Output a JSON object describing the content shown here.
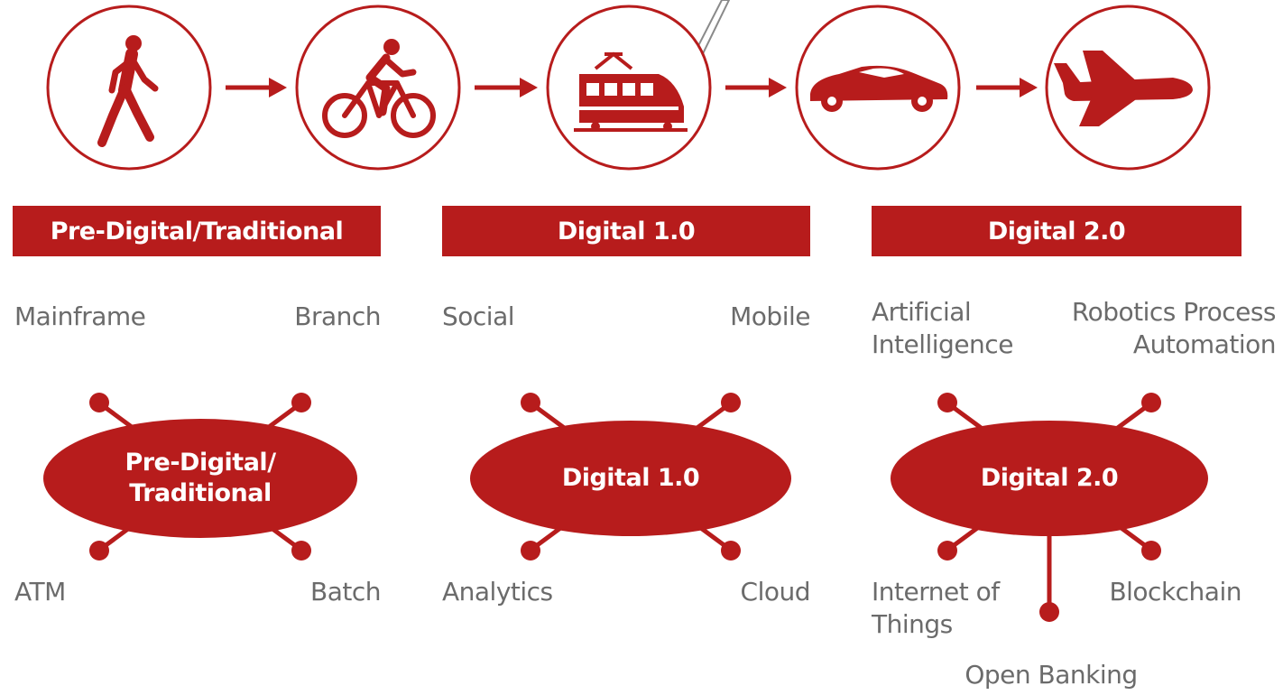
{
  "colors": {
    "accent": "#b71c1c",
    "ring": "#b71c1c",
    "text": "#6b6b6b"
  },
  "icons": [
    "walking-person-icon",
    "bicycle-icon",
    "train-icon",
    "car-icon",
    "airplane-icon"
  ],
  "stages": [
    {
      "bar_label": "Pre-Digital/Traditional",
      "hub_label": "Pre-Digital/\nTraditional",
      "top_left": "Mainframe",
      "top_right": "Branch",
      "bottom_left": "ATM",
      "bottom_right": "Batch"
    },
    {
      "bar_label": "Digital 1.0",
      "hub_label": "Digital 1.0",
      "top_left": "Social",
      "top_right": "Mobile",
      "bottom_left": "Analytics",
      "bottom_right": "Cloud"
    },
    {
      "bar_label": "Digital 2.0",
      "hub_label": "Digital 2.0",
      "top_left": "Artificial\nIntelligence",
      "top_right": "Robotics Process\nAutomation",
      "bottom_left": "Internet of\nThings",
      "bottom_right": "Blockchain",
      "bottom_center": "Open Banking"
    }
  ]
}
